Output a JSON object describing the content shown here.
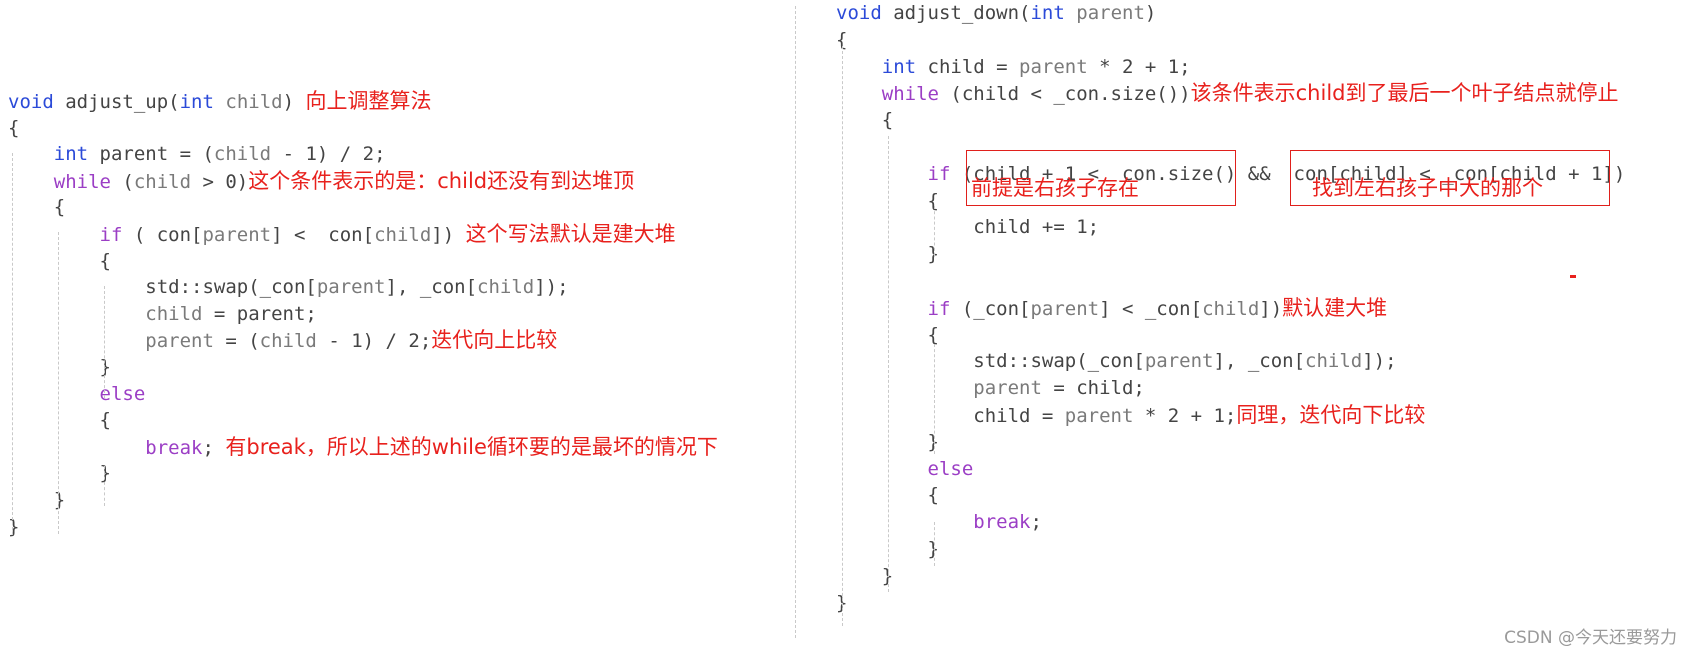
{
  "left": {
    "lines": [
      {
        "segs": [
          {
            "t": "void",
            "c": "kw"
          },
          {
            "t": " adjust_up(",
            "c": "fn"
          },
          {
            "t": "int",
            "c": "kw"
          },
          {
            "t": " child",
            "c": "var"
          },
          {
            "t": ") ",
            "c": "fn"
          }
        ],
        "ann": "向上调整算法"
      },
      {
        "segs": [
          {
            "t": "{",
            "c": "fn"
          }
        ],
        "ann": ""
      },
      {
        "segs": [
          {
            "t": "    int",
            "c": "kw"
          },
          {
            "t": " parent = (",
            "c": "fn"
          },
          {
            "t": "child",
            "c": "var"
          },
          {
            "t": " - 1) / 2;",
            "c": "fn"
          }
        ],
        "ann": ""
      },
      {
        "segs": [
          {
            "t": "    while",
            "c": "ctl"
          },
          {
            "t": " (",
            "c": "fn"
          },
          {
            "t": "child",
            "c": "var"
          },
          {
            "t": " > 0)",
            "c": "fn"
          }
        ],
        "ann": "这个条件表示的是：child还没有到达堆顶"
      },
      {
        "segs": [
          {
            "t": "    {",
            "c": "fn"
          }
        ],
        "ann": ""
      },
      {
        "segs": [
          {
            "t": "        if",
            "c": "ctl"
          },
          {
            "t": " ( con[",
            "c": "fn"
          },
          {
            "t": "parent",
            "c": "var"
          },
          {
            "t": "] <  con[",
            "c": "fn"
          },
          {
            "t": "child",
            "c": "var"
          },
          {
            "t": "]) ",
            "c": "fn"
          }
        ],
        "ann": "这个写法默认是建大堆"
      },
      {
        "segs": [
          {
            "t": "        {",
            "c": "fn"
          }
        ],
        "ann": ""
      },
      {
        "segs": [
          {
            "t": "            std::swap(_con[",
            "c": "fn"
          },
          {
            "t": "parent",
            "c": "var"
          },
          {
            "t": "], _con[",
            "c": "fn"
          },
          {
            "t": "child",
            "c": "var"
          },
          {
            "t": "]);",
            "c": "fn"
          }
        ],
        "ann": ""
      },
      {
        "segs": [
          {
            "t": "            child",
            "c": "var"
          },
          {
            "t": " = parent;",
            "c": "fn"
          }
        ],
        "ann": ""
      },
      {
        "segs": [
          {
            "t": "            parent",
            "c": "var"
          },
          {
            "t": " = (",
            "c": "fn"
          },
          {
            "t": "child",
            "c": "var"
          },
          {
            "t": " - 1) / 2;",
            "c": "fn"
          }
        ],
        "ann": "迭代向上比较"
      },
      {
        "segs": [
          {
            "t": "        }",
            "c": "fn"
          }
        ],
        "ann": ""
      },
      {
        "segs": [
          {
            "t": "        else",
            "c": "ctl"
          }
        ],
        "ann": ""
      },
      {
        "segs": [
          {
            "t": "        {",
            "c": "fn"
          }
        ],
        "ann": ""
      },
      {
        "segs": [
          {
            "t": "            break",
            "c": "ctl"
          },
          {
            "t": "; ",
            "c": "fn"
          }
        ],
        "ann": "有break，所以上述的while循环要的是最坏的情况下"
      },
      {
        "segs": [
          {
            "t": "        }",
            "c": "fn"
          }
        ],
        "ann": ""
      },
      {
        "segs": [
          {
            "t": "    }",
            "c": "fn"
          }
        ],
        "ann": ""
      },
      {
        "segs": [
          {
            "t": "}",
            "c": "fn"
          }
        ],
        "ann": ""
      }
    ]
  },
  "right": {
    "lines": [
      {
        "segs": [
          {
            "t": "void",
            "c": "kw"
          },
          {
            "t": " adjust_down(",
            "c": "fn"
          },
          {
            "t": "int",
            "c": "kw"
          },
          {
            "t": " parent",
            "c": "var"
          },
          {
            "t": ")",
            "c": "fn"
          }
        ],
        "ann": ""
      },
      {
        "segs": [
          {
            "t": "{",
            "c": "fn"
          }
        ],
        "ann": ""
      },
      {
        "segs": [
          {
            "t": "    int",
            "c": "kw"
          },
          {
            "t": " child = ",
            "c": "fn"
          },
          {
            "t": "parent",
            "c": "var"
          },
          {
            "t": " * 2 + 1;",
            "c": "fn"
          }
        ],
        "ann": ""
      },
      {
        "segs": [
          {
            "t": "    while",
            "c": "ctl"
          },
          {
            "t": " (child < _con.size())",
            "c": "fn"
          }
        ],
        "ann": "该条件表示child到了最后一个叶子结点就停止"
      },
      {
        "segs": [
          {
            "t": "    {",
            "c": "fn"
          }
        ],
        "ann": ""
      },
      {
        "segs": [],
        "ann": ""
      },
      {
        "segs": [
          {
            "t": "        if",
            "c": "ctl"
          },
          {
            "t": " (child + 1 <  con.size() &&  con[child] < _con[child + 1])",
            "c": "fn"
          }
        ],
        "ann": ""
      },
      {
        "segs": [
          {
            "t": "        {",
            "c": "fn"
          }
        ],
        "ann": ""
      },
      {
        "segs": [
          {
            "t": "            child += 1;",
            "c": "fn"
          }
        ],
        "ann": ""
      },
      {
        "segs": [
          {
            "t": "        }",
            "c": "fn"
          }
        ],
        "ann": ""
      },
      {
        "segs": [],
        "ann": ""
      },
      {
        "segs": [
          {
            "t": "        if",
            "c": "ctl"
          },
          {
            "t": " (_con[",
            "c": "fn"
          },
          {
            "t": "parent",
            "c": "var"
          },
          {
            "t": "] < _con[",
            "c": "fn"
          },
          {
            "t": "child",
            "c": "var"
          },
          {
            "t": "])",
            "c": "fn"
          }
        ],
        "ann": "默认建大堆"
      },
      {
        "segs": [
          {
            "t": "        {",
            "c": "fn"
          }
        ],
        "ann": ""
      },
      {
        "segs": [
          {
            "t": "            std::swap(_con[",
            "c": "fn"
          },
          {
            "t": "parent",
            "c": "var"
          },
          {
            "t": "], _con[",
            "c": "fn"
          },
          {
            "t": "child",
            "c": "var"
          },
          {
            "t": "]);",
            "c": "fn"
          }
        ],
        "ann": ""
      },
      {
        "segs": [
          {
            "t": "            parent",
            "c": "var"
          },
          {
            "t": " = child;",
            "c": "fn"
          }
        ],
        "ann": ""
      },
      {
        "segs": [
          {
            "t": "            child = ",
            "c": "fn"
          },
          {
            "t": "parent",
            "c": "var"
          },
          {
            "t": " * 2 + 1;",
            "c": "fn"
          }
        ],
        "ann": "同理，迭代向下比较"
      },
      {
        "segs": [
          {
            "t": "        }",
            "c": "fn"
          }
        ],
        "ann": ""
      },
      {
        "segs": [
          {
            "t": "        else",
            "c": "ctl"
          }
        ],
        "ann": ""
      },
      {
        "segs": [
          {
            "t": "        {",
            "c": "fn"
          }
        ],
        "ann": ""
      },
      {
        "segs": [
          {
            "t": "            break",
            "c": "ctl"
          },
          {
            "t": ";",
            "c": "fn"
          }
        ],
        "ann": ""
      },
      {
        "segs": [
          {
            "t": "        }",
            "c": "fn"
          }
        ],
        "ann": ""
      },
      {
        "segs": [
          {
            "t": "    }",
            "c": "fn"
          }
        ],
        "ann": ""
      },
      {
        "segs": [
          {
            "t": "}",
            "c": "fn"
          }
        ],
        "ann": ""
      }
    ],
    "box1_label": "前提是右孩子存在",
    "box2_label": "找到左右孩子中大的那个"
  },
  "watermark": "CSDN @今天还要努力",
  "colors": {
    "keyword": "#2b4ad8",
    "control": "#9b3ec5",
    "variable": "#7a7a7a",
    "annotation": "#e8211d"
  }
}
